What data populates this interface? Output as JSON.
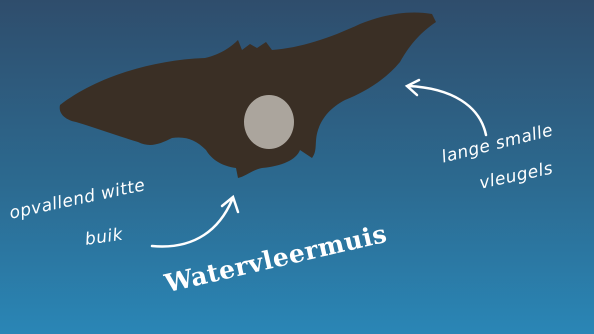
{
  "title": "Watervleermuis",
  "annotations": {
    "belly_line1": "opvallend witte",
    "belly_line2": "buik",
    "wings_line1": "lange smalle",
    "wings_line2": "vleugels"
  },
  "icons": {
    "bat": "bat-silhouette-icon",
    "arrow_belly": "curved-arrow-icon",
    "arrow_wings": "curved-arrow-icon"
  },
  "colors": {
    "background_top": "#2f4d6c",
    "background_bottom": "#2a86b6",
    "bat_body": "#3a2f25",
    "belly": "#aba59d",
    "text": "#ffffff"
  }
}
